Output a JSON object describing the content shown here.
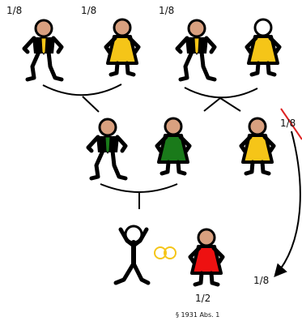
{
  "grandparents": [
    {
      "share": "1/8",
      "figure": "man-tan-head",
      "tie_color": "#f5c518"
    },
    {
      "share": "1/8",
      "figure": "woman-tan-head",
      "dress_color": "#f5c518"
    },
    {
      "share": "1/8",
      "figure": "man-tan-head",
      "tie_color": "#f5c518"
    },
    {
      "share": "",
      "figure": "woman-white-head-deceased",
      "dress_color": "#f5c518"
    }
  ],
  "parents": [
    {
      "figure": "man-tan-head",
      "tie_color": "#1a7a1a"
    },
    {
      "figure": "woman-tan-head",
      "dress_color": "#1a7a1a"
    },
    {
      "figure": "woman-tan-head-crossed-out",
      "dress_color": "#f5c518",
      "share": "1/8"
    }
  ],
  "deceased_child": {
    "figure": "person-white-head-deceased"
  },
  "spouse": {
    "figure": "woman-tan-head",
    "dress_color": "#ee1111",
    "share": "1/2"
  },
  "rings_icon": {
    "color": "#f5c518"
  },
  "redirected_share": "1/8",
  "legal_reference": "§ 1931 Abs. 1",
  "colors": {
    "skin": "#d9a07f",
    "line": "#000000",
    "strike": "#dd2222",
    "dead_head": "#ffffff"
  }
}
